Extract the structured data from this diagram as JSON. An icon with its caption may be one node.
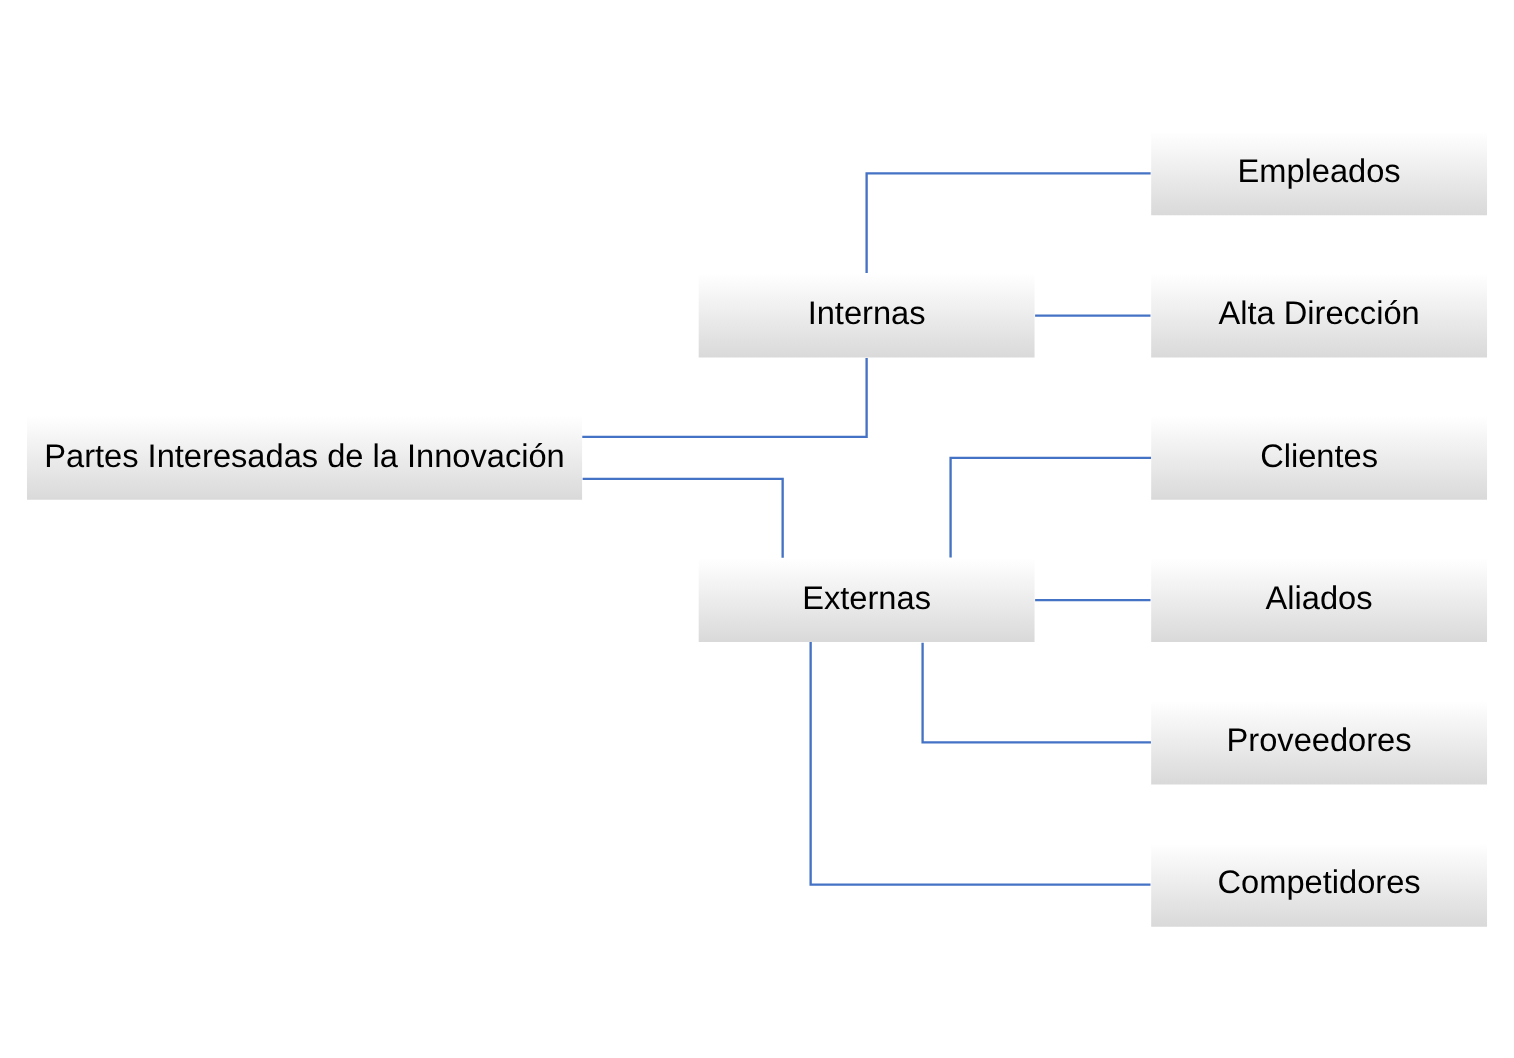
{
  "diagram": {
    "nodes": [
      {
        "text": [
          "Partes Interesadas de la Innovación"
        ]
      },
      {
        "text": [
          "Internas"
        ]
      },
      {
        "text": [
          "Externas"
        ]
      },
      {
        "text": [
          "Empleados"
        ]
      },
      {
        "text": [
          "Alta Dirección"
        ]
      },
      {
        "text": [
          "Clientes"
        ]
      },
      {
        "text": [
          "Aliados"
        ]
      },
      {
        "text": [
          "Proveedores"
        ]
      },
      {
        "text": [
          "Competidores"
        ]
      }
    ],
    "edges": [
      {
        "from": 0,
        "to": 1,
        "arrow": "none"
      },
      {
        "from": 0,
        "to": 2,
        "arrow": "none"
      },
      {
        "from": 1,
        "to": 3,
        "arrow": "none"
      },
      {
        "from": 1,
        "to": 4,
        "arrow": "none"
      },
      {
        "from": 2,
        "to": 5,
        "arrow": "none"
      },
      {
        "from": 2,
        "to": 6,
        "arrow": "none"
      },
      {
        "from": 2,
        "to": 7,
        "arrow": "none"
      },
      {
        "from": 2,
        "to": 8,
        "arrow": "none"
      }
    ]
  }
}
